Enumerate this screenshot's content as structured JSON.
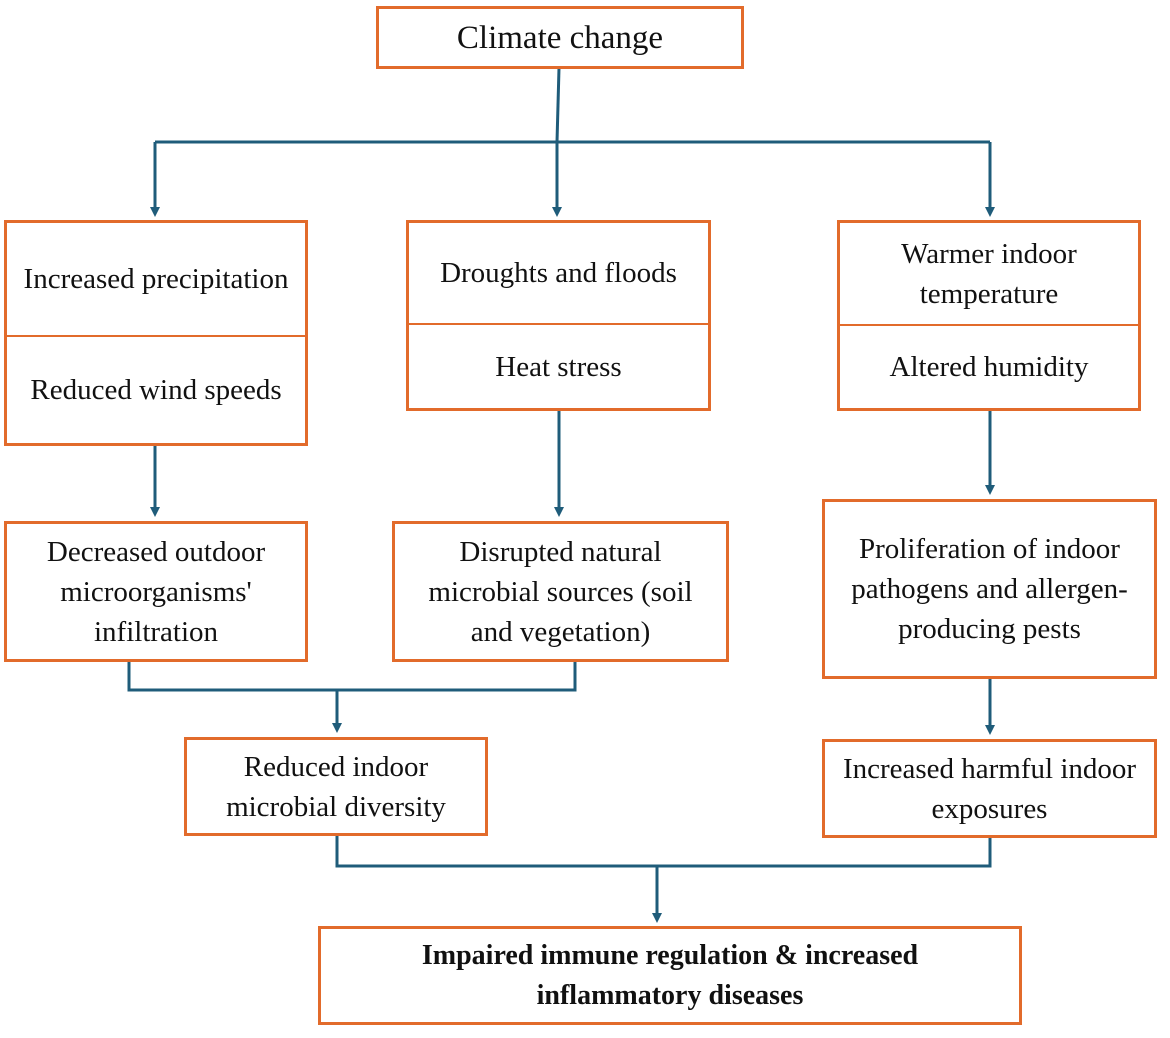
{
  "colors": {
    "box_border": "#e26b2b",
    "connector": "#1f5c7a",
    "text": "#111111"
  },
  "nodes": {
    "climate_change": "Climate change",
    "precip_top": "Increased precipitation",
    "precip_bottom": "Reduced wind speeds",
    "drought_top": "Droughts and floods",
    "drought_bottom": "Heat stress",
    "warmer_top": "Warmer indoor temperature",
    "warmer_bottom": "Altered humidity",
    "decreased_outdoor": "Decreased outdoor microorganisms' infiltration",
    "disrupted_sources": "Disrupted natural microbial sources (soil and vegetation)",
    "proliferation": "Proliferation of indoor pathogens and allergen-producing pests",
    "reduced_diversity": "Reduced indoor microbial diversity",
    "harmful_exposures": "Increased harmful indoor exposures",
    "outcome": "Impaired immune regulation & increased inflammatory diseases"
  }
}
